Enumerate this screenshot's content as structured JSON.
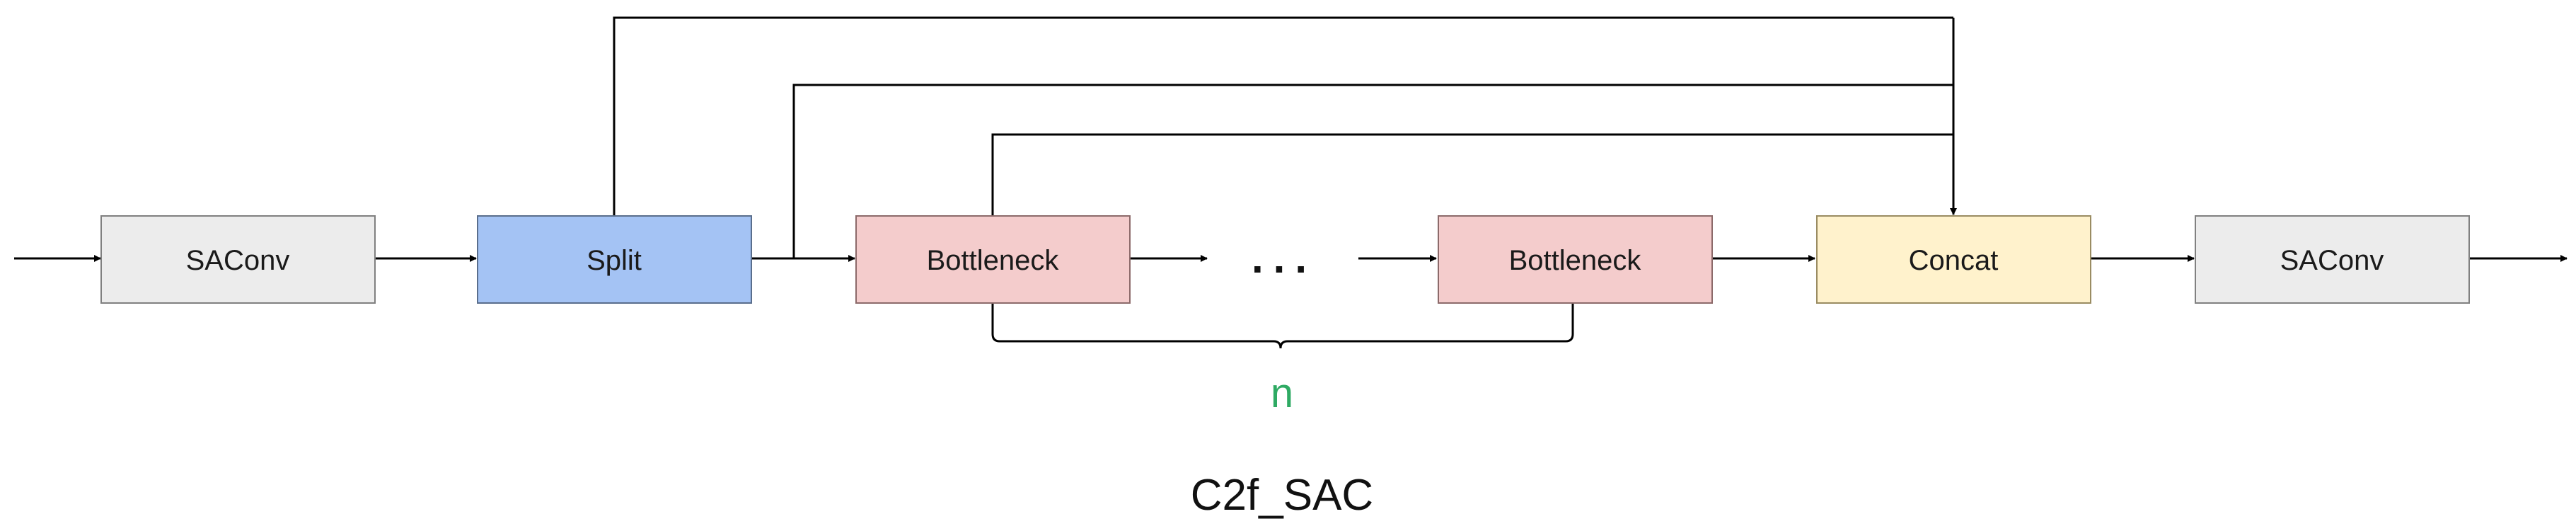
{
  "diagram": {
    "nodes": {
      "saconv_in": {
        "label": "SAConv",
        "fill": "#ececec",
        "stroke": "#808080"
      },
      "split": {
        "label": "Split",
        "fill": "#a4c3f4",
        "stroke": "#5a6e8c"
      },
      "bottleneck_1": {
        "label": "Bottleneck",
        "fill": "#f4cccc",
        "stroke": "#8c6a6a"
      },
      "bottleneck_n": {
        "label": "Bottleneck",
        "fill": "#f4cccc",
        "stroke": "#8c6a6a"
      },
      "concat": {
        "label": "Concat",
        "fill": "#fff2cc",
        "stroke": "#9a8c62"
      },
      "saconv_out": {
        "label": "SAConv",
        "fill": "#ececec",
        "stroke": "#808080"
      }
    },
    "ellipsis": "...",
    "repeat_label": "n",
    "repeat_color": "#2eaa63",
    "caption": "C2f_SAC"
  }
}
